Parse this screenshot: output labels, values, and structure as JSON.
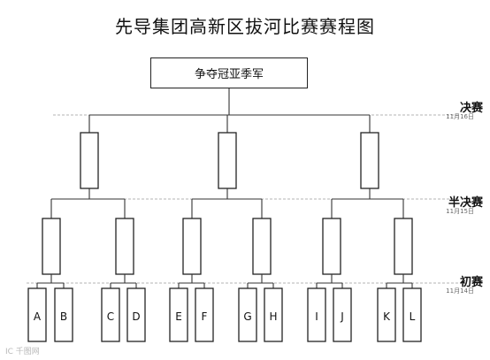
{
  "title": "先导集团高新区拔河比赛赛程图",
  "final_label": "争夺冠亚季军",
  "rounds": [
    {
      "name": "决赛",
      "date": "11月16日"
    },
    {
      "name": "半决赛",
      "date": "11月15日"
    },
    {
      "name": "初赛",
      "date": "11月14日"
    }
  ],
  "teams": [
    "A",
    "B",
    "C",
    "D",
    "E",
    "F",
    "G",
    "H",
    "I",
    "J",
    "K",
    "L"
  ],
  "watermark": "IC 千图网"
}
